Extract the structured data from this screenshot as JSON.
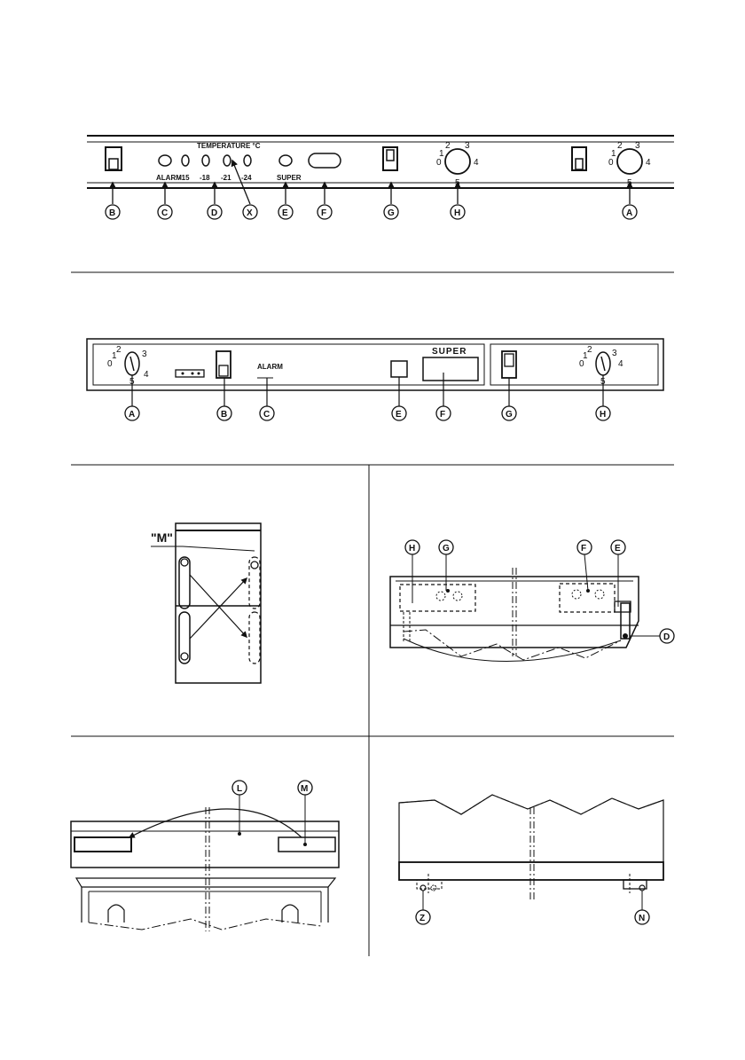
{
  "panel1": {
    "temperature_title": "TEMPERATURE °C",
    "alarm": "ALARM",
    "temps": [
      "-15",
      "-18",
      "-21",
      "-24"
    ],
    "super": "SUPER",
    "dial_left": {
      "n0": "0",
      "n1": "1",
      "n2": "2",
      "n3": "3",
      "n4": "4",
      "n5": "5"
    },
    "dial_right": {
      "n0": "0",
      "n1": "1",
      "n2": "2",
      "n3": "3",
      "n4": "4",
      "n5": "5"
    },
    "callouts": {
      "b": "B",
      "c": "C",
      "d": "D",
      "x": "X",
      "e": "E",
      "f": "F",
      "g": "G",
      "h": "H",
      "a": "A"
    }
  },
  "panel2": {
    "alarm": "ALARM",
    "super": "SUPER",
    "dial_left": {
      "n0": "0",
      "n1": "1",
      "n2": "2",
      "n3": "3",
      "n4": "4",
      "n5": "5"
    },
    "dial_right": {
      "n0": "0",
      "n1": "1",
      "n2": "2",
      "n3": "3",
      "n4": "4",
      "n5": "5"
    },
    "callouts": {
      "a": "A",
      "b": "B",
      "c": "C",
      "e": "E",
      "f": "F",
      "g": "G",
      "h": "H"
    }
  },
  "fig3": {
    "m_label": "\"M\""
  },
  "fig4": {
    "callouts": {
      "h": "H",
      "g": "G",
      "f": "F",
      "e": "E",
      "d": "D"
    }
  },
  "fig5": {
    "callouts": {
      "l": "L",
      "m": "M"
    }
  },
  "fig6": {
    "callouts": {
      "z": "Z",
      "n": "N"
    }
  }
}
